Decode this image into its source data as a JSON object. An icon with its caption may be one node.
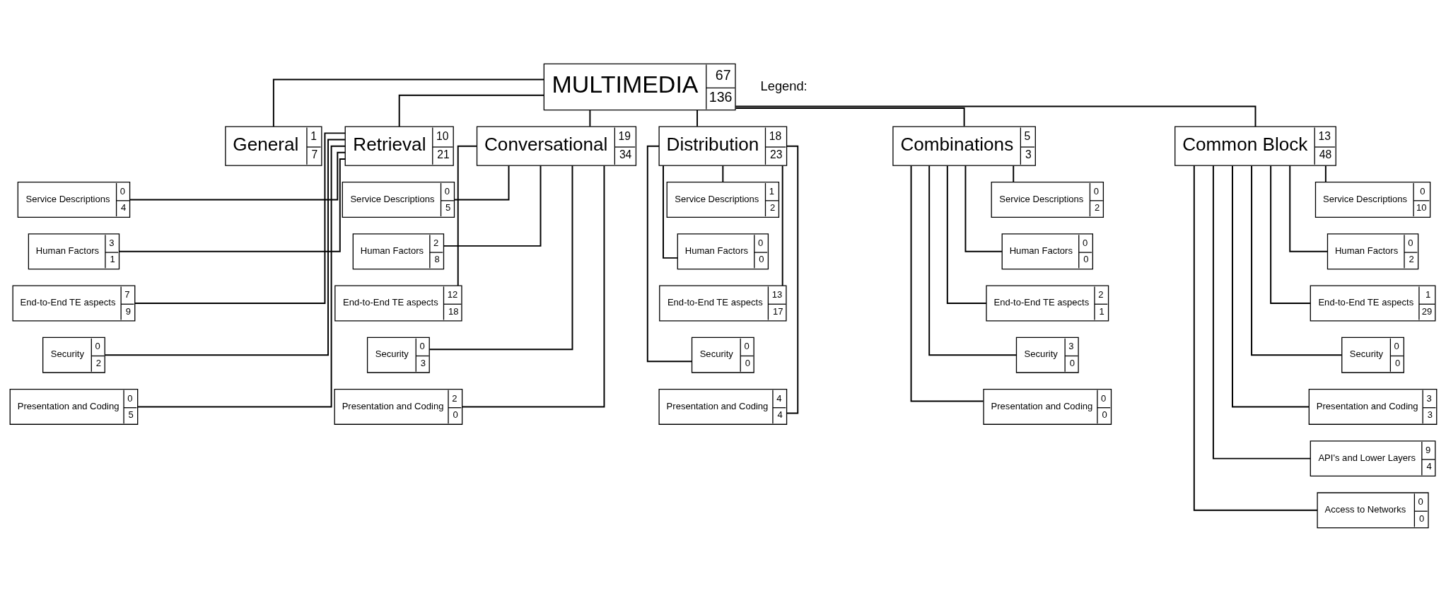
{
  "diagram": {
    "nodes": [
      {
        "text": [
          "MULTIMEDIA",
          "67",
          "136"
        ]
      },
      {
        "text": [
          "General",
          "1",
          "7"
        ]
      },
      {
        "text": [
          "Retrieval",
          "10",
          "21"
        ]
      },
      {
        "text": [
          "Conversational",
          "19",
          "34"
        ]
      },
      {
        "text": [
          "Distribution",
          "18",
          "23"
        ]
      },
      {
        "text": [
          "Combinations",
          "5",
          "3"
        ]
      },
      {
        "text": [
          "Common Block",
          "13",
          "48"
        ]
      },
      {
        "text": [
          "Service Descriptions",
          "0",
          "4"
        ]
      },
      {
        "text": [
          "Human Factors",
          "3",
          "1"
        ]
      },
      {
        "text": [
          "End-to-End TE aspects",
          "7",
          "9"
        ]
      },
      {
        "text": [
          "Security",
          "0",
          "2"
        ]
      },
      {
        "text": [
          "Presentation and Coding",
          "0",
          "5"
        ]
      },
      {
        "text": [
          "Service Descriptions",
          "0",
          "5"
        ]
      },
      {
        "text": [
          "Human Factors",
          "2",
          "8"
        ]
      },
      {
        "text": [
          "End-to-End TE aspects",
          "12",
          "18"
        ]
      },
      {
        "text": [
          "Security",
          "0",
          "3"
        ]
      },
      {
        "text": [
          "Presentation and Coding",
          "2",
          "0"
        ]
      },
      {
        "text": [
          "Service Descriptions",
          "1",
          "2"
        ]
      },
      {
        "text": [
          "Human Factors",
          "0",
          "0"
        ]
      },
      {
        "text": [
          "End-to-End TE aspects",
          "13",
          "17"
        ]
      },
      {
        "text": [
          "Security",
          "0",
          "0"
        ]
      },
      {
        "text": [
          "Presentation and Coding",
          "4",
          "4"
        ]
      },
      {
        "text": [
          "Service Descriptions",
          "0",
          "2"
        ]
      },
      {
        "text": [
          "Human Factors",
          "0",
          "0"
        ]
      },
      {
        "text": [
          "End-to-End TE aspects",
          "2",
          "1"
        ]
      },
      {
        "text": [
          "Security",
          "3",
          "0"
        ]
      },
      {
        "text": [
          "Presentation and Coding",
          "0",
          "0"
        ]
      },
      {
        "text": [
          "Service Descriptions",
          "0",
          "10"
        ]
      },
      {
        "text": [
          "Human Factors",
          "0",
          "2"
        ]
      },
      {
        "text": [
          "End-to-End TE aspects",
          "1",
          "29"
        ]
      },
      {
        "text": [
          "Security",
          "0",
          "0"
        ]
      },
      {
        "text": [
          "Presentation and Coding",
          "3",
          "3"
        ]
      },
      {
        "text": [
          "API's and Lower Layers",
          "9",
          "4"
        ]
      },
      {
        "text": [
          "Access to Networks",
          "0",
          "0"
        ]
      }
    ],
    "edges": [
      {
        "from": 0,
        "to": 1,
        "arrow": "none"
      },
      {
        "from": 0,
        "to": 2,
        "arrow": "none"
      },
      {
        "from": 0,
        "to": 3,
        "arrow": "none"
      },
      {
        "from": 0,
        "to": 4,
        "arrow": "none"
      },
      {
        "from": 0,
        "to": 5,
        "arrow": "none"
      },
      {
        "from": 0,
        "to": 6,
        "arrow": "none"
      },
      {
        "from": 2,
        "to": 7,
        "arrow": "none"
      },
      {
        "from": 2,
        "to": 8,
        "arrow": "none"
      },
      {
        "from": 2,
        "to": 9,
        "arrow": "none"
      },
      {
        "from": 2,
        "to": 10,
        "arrow": "none"
      },
      {
        "from": 2,
        "to": 11,
        "arrow": "none"
      },
      {
        "from": 3,
        "to": 12,
        "arrow": "none"
      },
      {
        "from": 3,
        "to": 13,
        "arrow": "none"
      },
      {
        "from": 3,
        "to": 14,
        "arrow": "none"
      },
      {
        "from": 3,
        "to": 15,
        "arrow": "none"
      },
      {
        "from": 3,
        "to": 16,
        "arrow": "none"
      },
      {
        "from": 4,
        "to": 17,
        "arrow": "none"
      },
      {
        "from": 4,
        "to": 18,
        "arrow": "none"
      },
      {
        "from": 4,
        "to": 19,
        "arrow": "none"
      },
      {
        "from": 4,
        "to": 20,
        "arrow": "none"
      },
      {
        "from": 4,
        "to": 21,
        "arrow": "none"
      },
      {
        "from": 5,
        "to": 22,
        "arrow": "none"
      },
      {
        "from": 5,
        "to": 23,
        "arrow": "none"
      },
      {
        "from": 5,
        "to": 24,
        "arrow": "none"
      },
      {
        "from": 5,
        "to": 25,
        "arrow": "none"
      },
      {
        "from": 5,
        "to": 26,
        "arrow": "none"
      },
      {
        "from": 6,
        "to": 27,
        "arrow": "none"
      },
      {
        "from": 6,
        "to": 28,
        "arrow": "none"
      },
      {
        "from": 6,
        "to": 29,
        "arrow": "none"
      },
      {
        "from": 6,
        "to": 30,
        "arrow": "none"
      },
      {
        "from": 6,
        "to": 31,
        "arrow": "none"
      },
      {
        "from": 6,
        "to": 32,
        "arrow": "none"
      },
      {
        "from": 6,
        "to": 33,
        "arrow": "none"
      }
    ],
    "labels": [
      "Legend:"
    ]
  }
}
